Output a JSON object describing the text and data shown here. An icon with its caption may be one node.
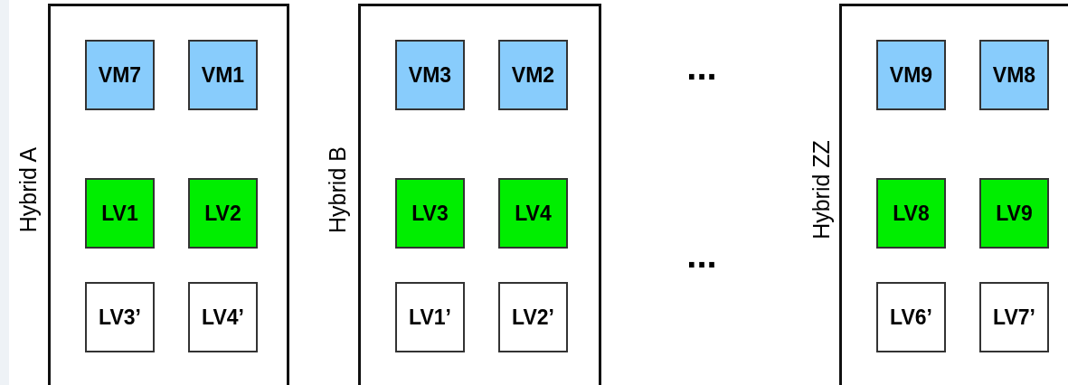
{
  "diagram": {
    "nodes": [
      {
        "text": [
          "Hybrid A"
        ]
      },
      {
        "text": [
          "VM7"
        ],
        "in": 0
      },
      {
        "text": [
          "VM1"
        ],
        "in": 0
      },
      {
        "text": [
          "LV1"
        ],
        "in": 0
      },
      {
        "text": [
          "LV2"
        ],
        "in": 0
      },
      {
        "text": [
          "LV3’"
        ],
        "in": 0
      },
      {
        "text": [
          "LV4’"
        ],
        "in": 0
      },
      {
        "text": [
          "Hybrid B"
        ]
      },
      {
        "text": [
          "VM3"
        ],
        "in": 7
      },
      {
        "text": [
          "VM2"
        ],
        "in": 7
      },
      {
        "text": [
          "LV3"
        ],
        "in": 7
      },
      {
        "text": [
          "LV4"
        ],
        "in": 7
      },
      {
        "text": [
          "LV1’"
        ],
        "in": 7
      },
      {
        "text": [
          "LV2’"
        ],
        "in": 7
      },
      {
        "text": [
          "Hybrid ZZ"
        ]
      },
      {
        "text": [
          "VM9"
        ],
        "in": 14
      },
      {
        "text": [
          "VM8"
        ],
        "in": 14
      },
      {
        "text": [
          "LV8"
        ],
        "in": 14
      },
      {
        "text": [
          "LV9"
        ],
        "in": 14
      },
      {
        "text": [
          "LV6’"
        ],
        "in": 14
      },
      {
        "text": [
          "LV7’"
        ],
        "in": 14
      }
    ],
    "labels": [
      "...",
      "..."
    ]
  }
}
